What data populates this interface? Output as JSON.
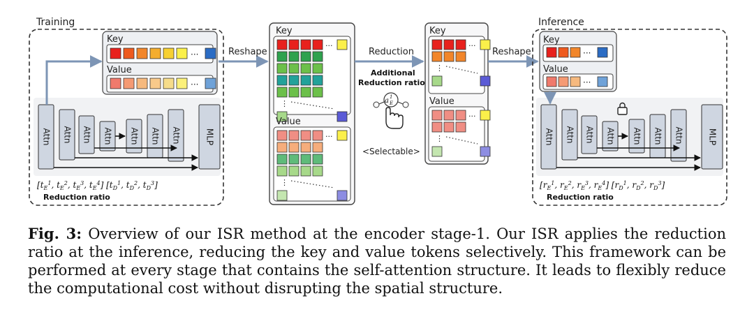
{
  "figure": {
    "training_label": "Training",
    "inference_label": "Inference",
    "key_label": "Key",
    "value_label": "Value",
    "reshape_label": "Reshape",
    "reduction_label": "Reduction",
    "additional_line1": "Additional",
    "additional_line2": "Reduction ratio",
    "selectable_label": "<Selectable>",
    "dots": "···",
    "vdots": "⋮",
    "attn_label": "Attn",
    "mlp_label": "MLP",
    "reduction_ratio_label": "Reduction ratio",
    "train_ratios": "[tE1, tE2, tE3, tE4]  [tD1, tD2, tD3]",
    "infer_ratios": "[rE1, rE2, rE3, rE4]  [rD1, rD2, rD3]",
    "icon_symbol": "aE1",
    "lock_icon": "lock-icon",
    "hand_icon": "hand-pointer-icon",
    "colors": {
      "key_row": [
        "#e8211d",
        "#ee5a1e",
        "#f2862a",
        "#f4ad2e",
        "#f7d031",
        "#fbf04a",
        "#2b6cc4"
      ],
      "value_row": [
        "#f07a6c",
        "#f59a73",
        "#f6b97e",
        "#f8c98a",
        "#f6dc8a",
        "#fbf07a",
        "#6fa2d8"
      ],
      "grid_rows": [
        "#e8211d",
        "#f2862a",
        "#2ea24e",
        "#6cc04a",
        "#22a29a",
        "#2b6cc4"
      ],
      "pastel_rows": [
        "#f08e84",
        "#f6ad7c",
        "#5fbb7a",
        "#a7d98a",
        "#82cfc6",
        "#7fa6dc"
      ]
    }
  },
  "caption": {
    "label": "Fig. 3:",
    "text": " Overview of our ISR method at the encoder stage-1. Our ISR applies the reduction ratio at the inference, reducing the key and value tokens selectively. This framework can be performed at every stage that contains the self-attention structure. It leads to flexibly reduce the computational cost without disrupting the spatial structure."
  }
}
